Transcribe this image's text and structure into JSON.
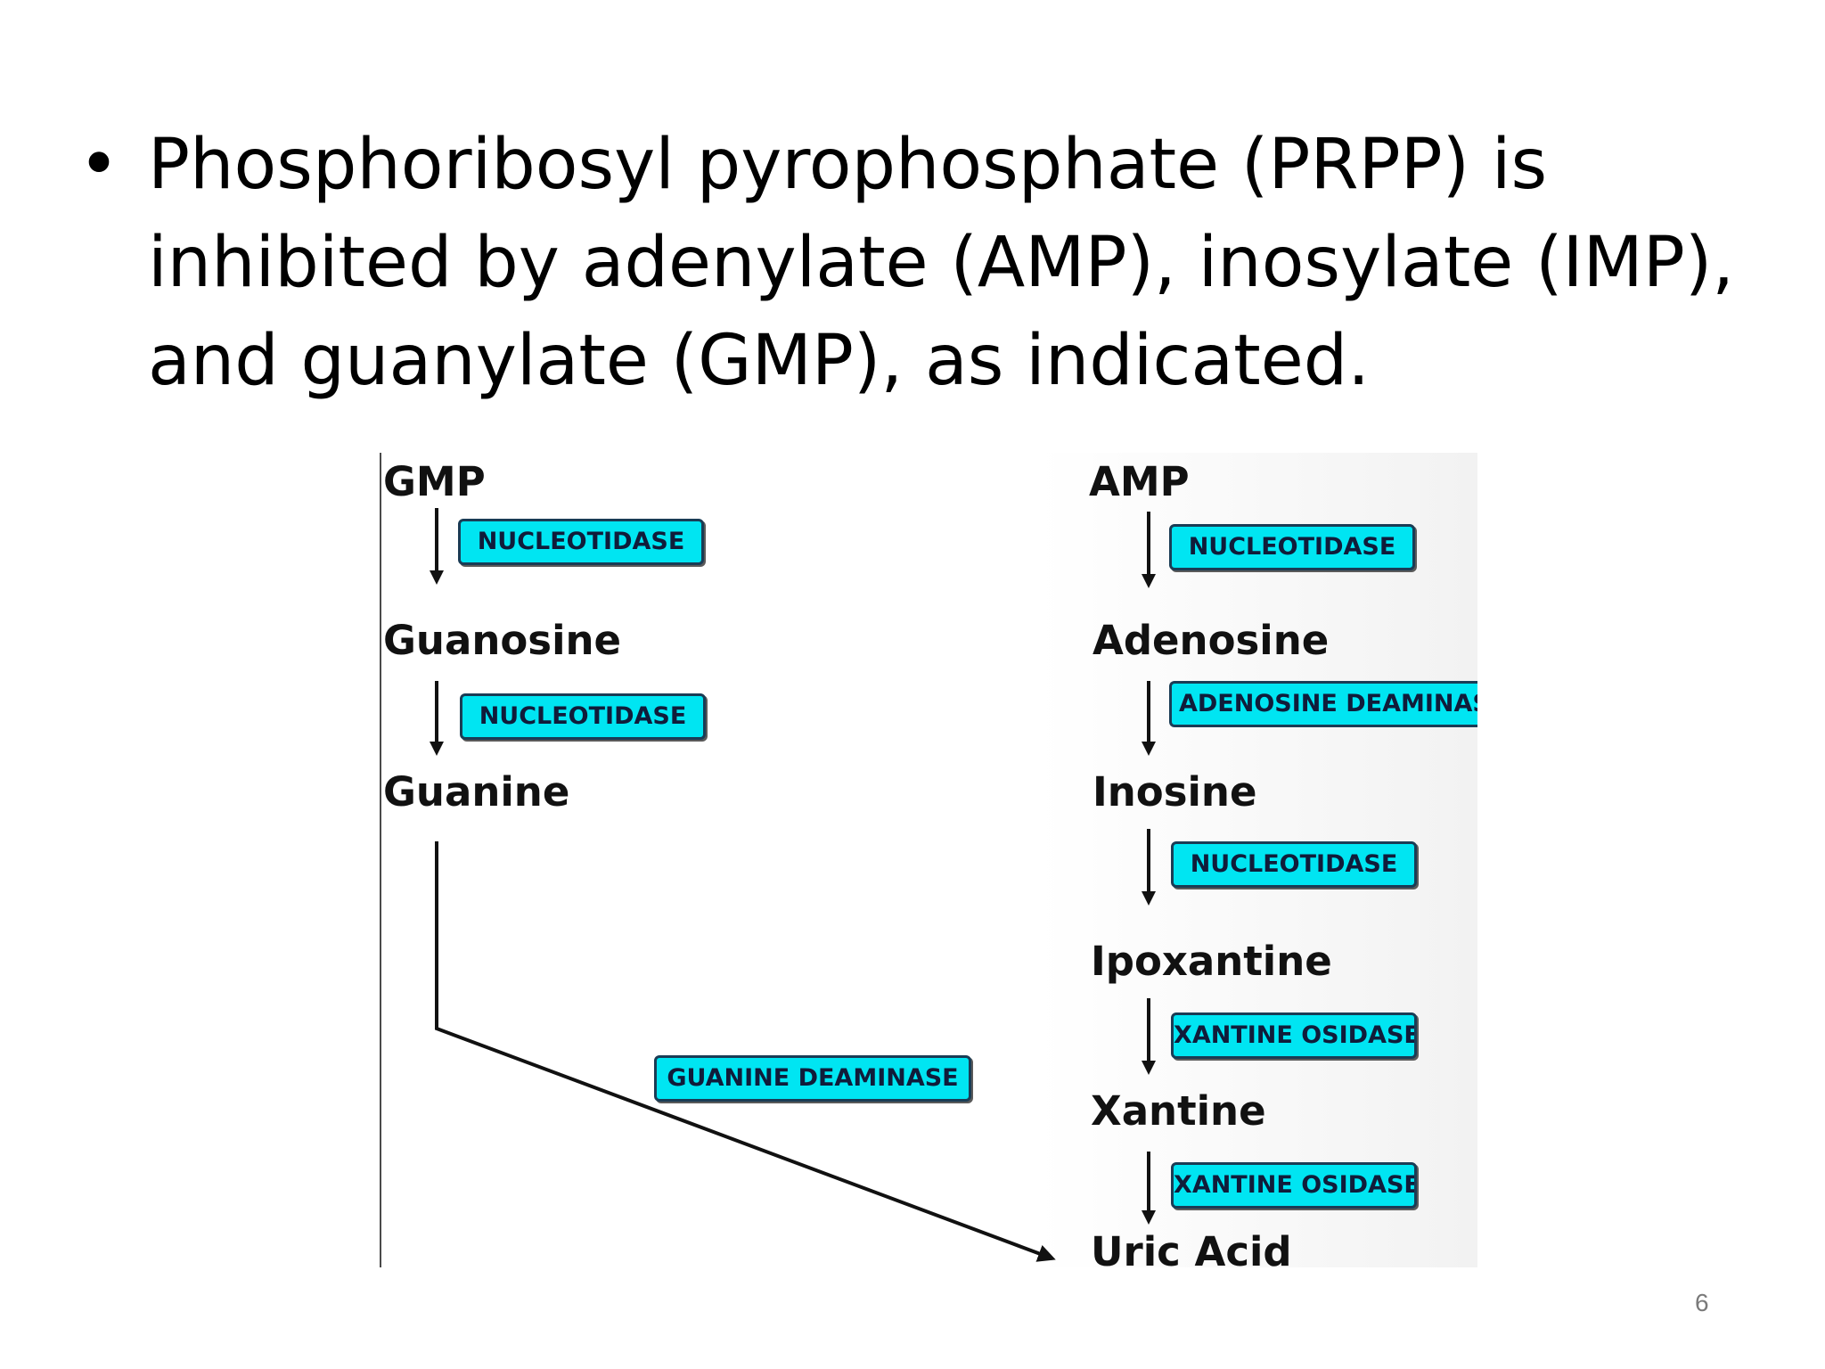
{
  "slide": {
    "bullet_lines": [
      "Phosphoribosyl pyrophosphate (PRPP) is",
      "inhibited by adenylate (AMP), inosylate (IMP),",
      "and guanylate (GMP), as indicated."
    ],
    "page_number": "6"
  },
  "diagram": {
    "left_pathway": {
      "nodes": [
        "GMP",
        "Guanosine",
        "Guanine"
      ],
      "enzymes": [
        "NUCLEOTIDASE",
        "NUCLEOTIDASE"
      ]
    },
    "right_pathway": {
      "nodes": [
        "AMP",
        "Adenosine",
        "Inosine",
        "Ipoxantine",
        "Xantine",
        "Uric Acid"
      ],
      "enzymes": [
        "NUCLEOTIDASE",
        "ADENOSINE DEAMINASE",
        "NUCLEOTIDASE",
        "XANTINE OSIDASE",
        "XANTINE OSIDASE"
      ]
    },
    "cross_link": {
      "from": "Guanine",
      "to": "Uric Acid",
      "enzyme": "GUANINE DEAMINASE"
    },
    "colors": {
      "enzyme_fill": "#00e5f2",
      "enzyme_border": "#1a3c55",
      "arrow": "#111111"
    }
  }
}
